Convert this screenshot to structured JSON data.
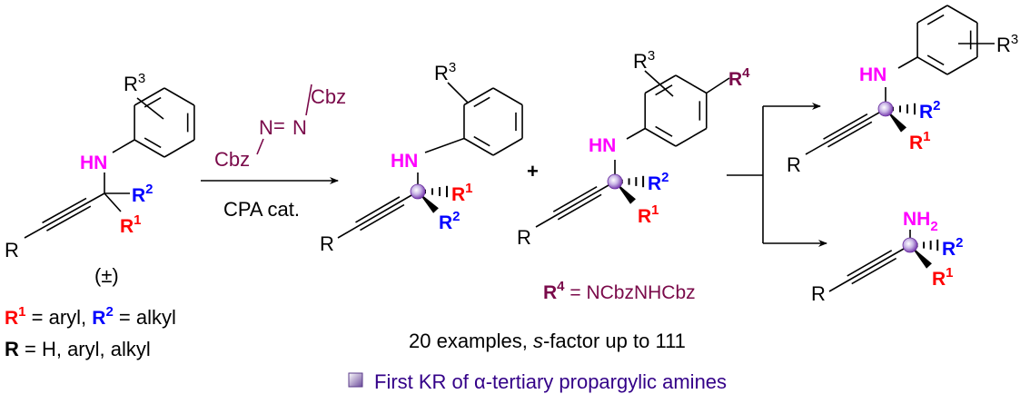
{
  "labels": {
    "R": "R",
    "HN": "HN",
    "NH": "NH",
    "sub2": "2",
    "sup1": "1",
    "sup2": "2",
    "sup3": "3",
    "sup4": "4"
  },
  "reagent": {
    "cbz": "Cbz",
    "n": "N",
    "eq": "=",
    "catalyst": "CPA cat."
  },
  "starting_material": {
    "racemic": "(±)"
  },
  "plus": "+",
  "r4_definition": {
    "lead": "R",
    "sup": "4",
    "text": " = NCbzNHCbz"
  },
  "scope": {
    "line1_a": " = aryl, ",
    "line1_b": " = alkyl",
    "line2": " = H, aryl, alkyl"
  },
  "summary": {
    "pre": "20 examples, ",
    "s": "s",
    "post": "-factor up to 111"
  },
  "highlight": "First KR of α-tertiary propargylic amines",
  "colors": {
    "amine": "#ff00ff",
    "r1": "#ff0000",
    "r2": "#0000ff",
    "reagent": "#7a0a4a",
    "highlight": "#330088"
  }
}
